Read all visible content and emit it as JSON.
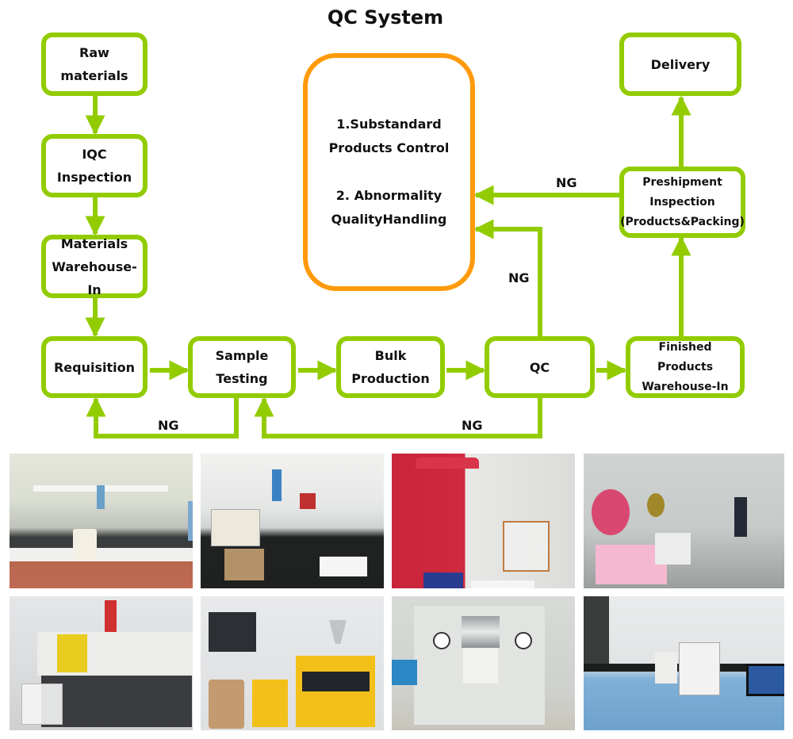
{
  "title": "QC System",
  "colors": {
    "flow_green": "#92cc00",
    "handling_orange": "#ff9a0a",
    "text": "#111111"
  },
  "nodes": {
    "raw_materials": "Raw\nmaterials",
    "iqc_inspection": "IQC\nInspection",
    "materials_warehouse_in": "Materials\nWarehouse-In",
    "requisition": "Requisition",
    "sample_testing": "Sample\nTesting",
    "bulk_production": "Bulk\nProduction",
    "qc": "QC",
    "finished_products_warehouse_in": "Finished\nProducts\nWarehouse-In",
    "preshipment_inspection": "Preshipment\nInspection\n(Products&Packing)",
    "delivery": "Delivery",
    "handling": "1.Substandard\nProducts Control\n\n2. Abnormality\nQualityHandling"
  },
  "edge_labels": {
    "preshipment_to_handling": "NG",
    "qc_to_handling": "NG",
    "sample_testing_to_requisition": "NG",
    "qc_to_sample_testing": "NG"
  },
  "photos": [
    {
      "description": "Laboratory with long bench, chemical bottles and staff"
    },
    {
      "description": "Lab bench with testing equipment and sample cups"
    },
    {
      "description": "Technician in red weighing samples on analytical balance"
    },
    {
      "description": "Row of pink-coated color testing presses"
    },
    {
      "description": "Injection molding machine"
    },
    {
      "description": "Yellow lab extruder with control panel"
    },
    {
      "description": "Three-roll mill machine"
    },
    {
      "description": "HPLC instruments on lab bench with computer"
    }
  ]
}
